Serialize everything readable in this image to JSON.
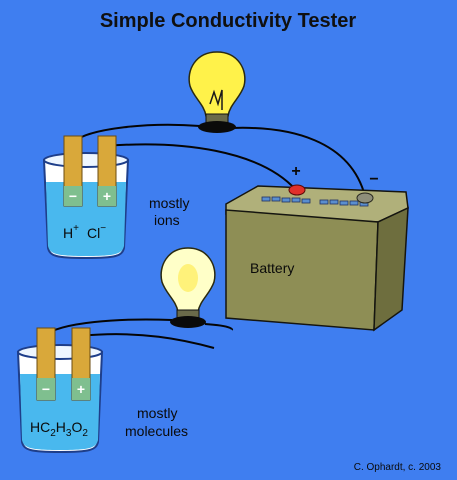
{
  "title": "Simple Conductivity Tester",
  "battery": {
    "label": "Battery",
    "positive_terminal": "+",
    "negative_terminal": "−"
  },
  "top_cell": {
    "solution_cation": "H",
    "cation_charge": "+",
    "solution_anion": "Cl",
    "anion_charge": "−",
    "electrode_negative": "−",
    "electrode_positive": "+",
    "caption_line1": "mostly",
    "caption_line2": "ions",
    "bulb_state": "bright"
  },
  "bottom_cell": {
    "formula_parts": [
      "HC",
      "2",
      "H",
      "3",
      "O",
      "2"
    ],
    "electrode_negative": "−",
    "electrode_positive": "+",
    "caption_line1": "mostly",
    "caption_line2": "molecules",
    "bulb_state": "dim"
  },
  "credit": "C. Ophardt, c. 2003",
  "colors": {
    "background": "#3f7ef0",
    "beaker_solution": "#49b8ee",
    "electrode": "#d9a83a",
    "electrode_band": "#7fbf8f",
    "battery_body": "#8e8e55",
    "positive_terminal": "#e0302a",
    "bright_bulb": "#fff24a",
    "dim_bulb": "#ffffc8"
  },
  "icons": {
    "bulb": "light-bulb-icon",
    "battery": "battery-icon",
    "beaker": "beaker-icon"
  }
}
